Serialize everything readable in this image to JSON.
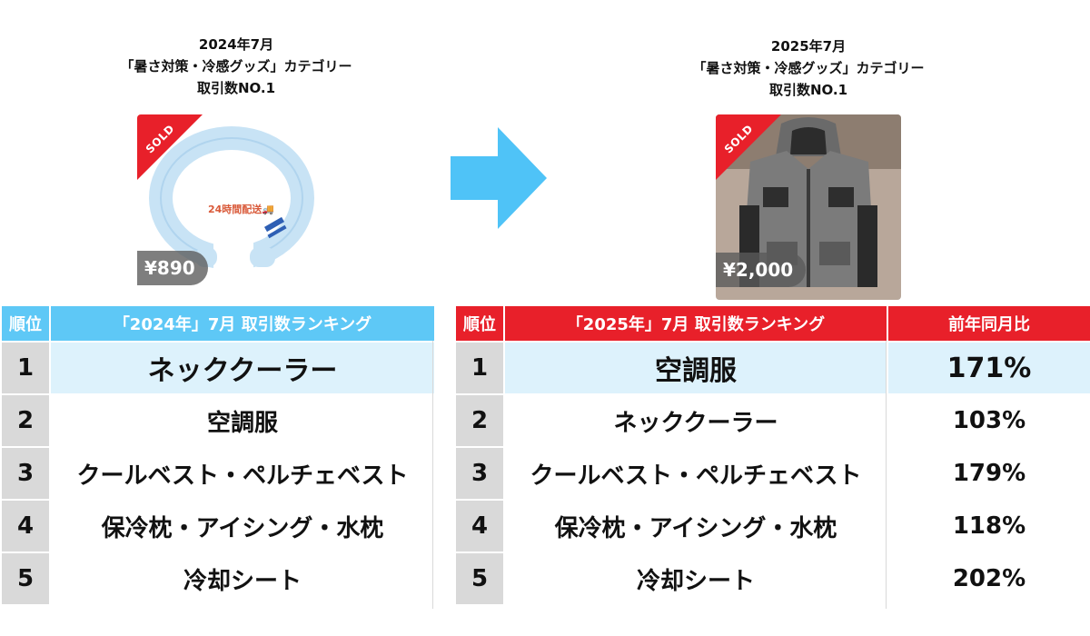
{
  "left": {
    "caption": {
      "line1": "2024年7月",
      "line2": "「暑さ対策・冷感グッズ」カテゴリー",
      "line3": "取引数NO.1"
    },
    "product": {
      "sold": "SOLD",
      "price": "¥890",
      "overlay_text": "24時間配送🚚"
    },
    "table": {
      "headers": {
        "rank": "順位",
        "category": "「2024年」7月 取引数ランキング"
      },
      "rows": [
        {
          "rank": "1",
          "name": "ネッククーラー"
        },
        {
          "rank": "2",
          "name": "空調服"
        },
        {
          "rank": "3",
          "name": "クールベスト・ペルチェベスト"
        },
        {
          "rank": "4",
          "name": "保冷枕・アイシング・水枕"
        },
        {
          "rank": "5",
          "name": "冷却シート"
        }
      ]
    }
  },
  "right": {
    "caption": {
      "line1": "2025年7月",
      "line2": "「暑さ対策・冷感グッズ」カテゴリー",
      "line3": "取引数NO.1"
    },
    "product": {
      "sold": "SOLD",
      "price": "¥2,000"
    },
    "table": {
      "headers": {
        "rank": "順位",
        "category": "「2025年」7月 取引数ランキング",
        "yoy": "前年同月比"
      },
      "rows": [
        {
          "rank": "1",
          "name": "空調服",
          "yoy": "171%"
        },
        {
          "rank": "2",
          "name": "ネッククーラー",
          "yoy": "103%"
        },
        {
          "rank": "3",
          "name": "クールベスト・ペルチェベスト",
          "yoy": "179%"
        },
        {
          "rank": "4",
          "name": "保冷枕・アイシング・水枕",
          "yoy": "118%"
        },
        {
          "rank": "5",
          "name": "冷却シート",
          "yoy": "202%"
        }
      ]
    }
  },
  "colors": {
    "header_2024": "#5ec8f6",
    "header_2025": "#e8202a",
    "rank_cell": "#d9d9d9",
    "first_row_highlight": "#ddf2fc",
    "arrow": "#4fc3f7",
    "sold_ribbon": "#e8202a"
  },
  "icons": {
    "arrow": "right-arrow-icon",
    "neck_cooler": "neck-cooler-product-image",
    "cooling_vest": "fan-vest-product-image"
  }
}
